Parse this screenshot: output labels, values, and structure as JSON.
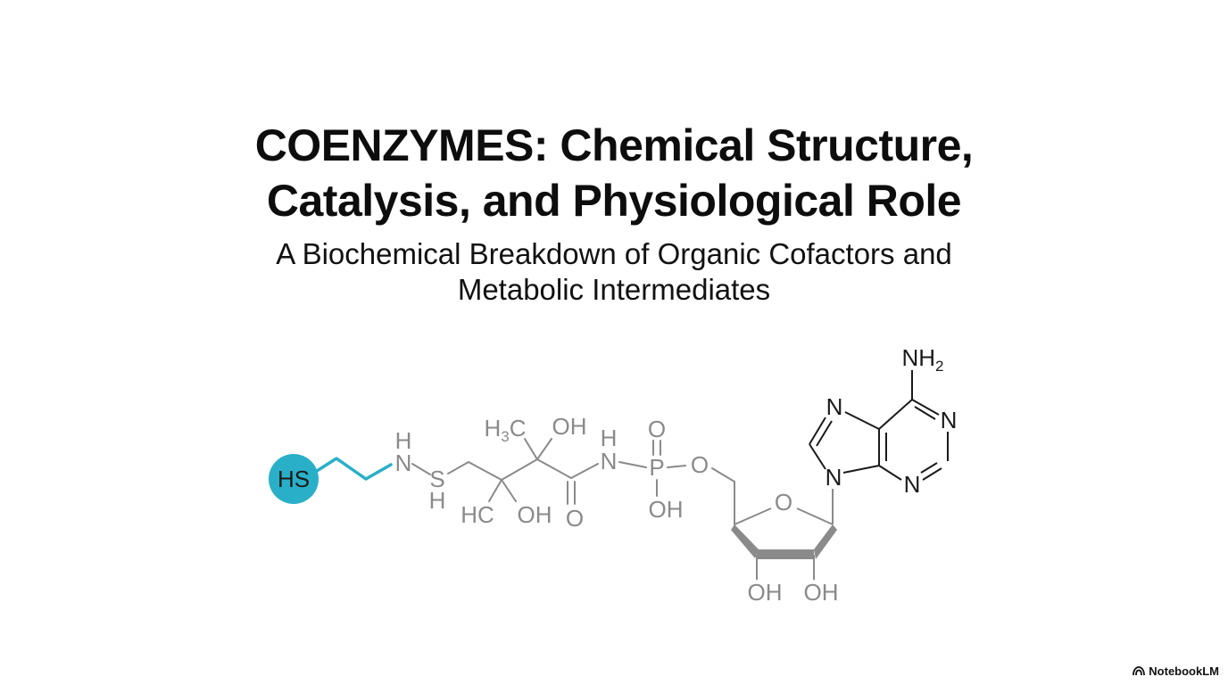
{
  "title": {
    "line1": "COENZYMES: Chemical Structure,",
    "line2": "Catalysis, and Physiological Role"
  },
  "subtitle": {
    "line1": "A Biochemical Breakdown of Organic Cofactors and",
    "line2": "Metabolic Intermediates"
  },
  "molecule": {
    "highlight_color": "#29b0c8",
    "bond_color": "#8a8a8a",
    "adenine_color": "#1a1a1a",
    "labels": {
      "thiol": "HS",
      "amide_n": "N",
      "amide_h_top": "H",
      "sulfur": "S",
      "sulfur_h": "H",
      "methyl": "H3C",
      "hydroxyl_top": "OH",
      "hc": "HC",
      "hydroxyl_bottom": "OH",
      "carbonyl_o": "O",
      "nh_h": "H",
      "nh_n": "N",
      "phosphate_o_top": "O",
      "phosphorus": "P",
      "phosphate_o_bridge": "O",
      "phosphate_oh": "OH",
      "ring_o": "O",
      "ribose_oh_left": "OH",
      "ribose_oh_right": "OH",
      "amine": "NH2",
      "purine_n7": "N",
      "purine_n1": "N",
      "purine_n9": "N",
      "purine_n3": "N"
    }
  },
  "brand": {
    "name": "NotebookLM",
    "icon": "notebooklm-logo-icon"
  }
}
